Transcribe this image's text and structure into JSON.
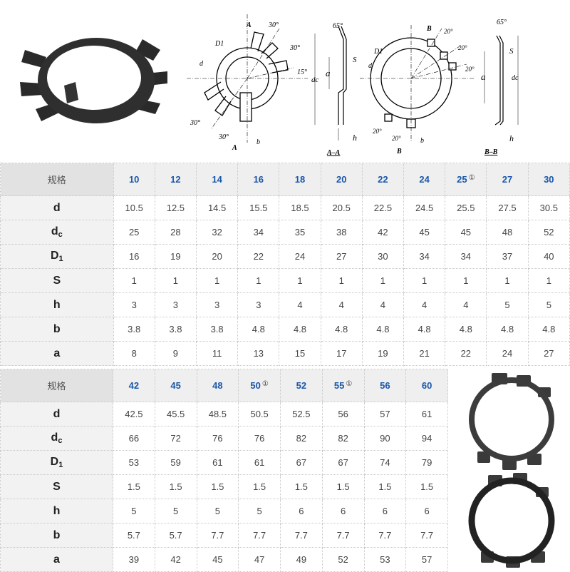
{
  "drawings": {
    "view_a": {
      "labels": {
        "D1": "D1",
        "d": "d",
        "b": "b",
        "section_top": "A",
        "section_bottom": "A"
      },
      "angles": [
        "30°",
        "30°",
        "15°",
        "30°",
        "30°"
      ]
    },
    "section_a": {
      "title": "A–A",
      "angle": "65°",
      "labels": {
        "dc": "dc",
        "a": "a",
        "S": "S",
        "h": "h"
      }
    },
    "view_b": {
      "labels": {
        "D1": "D1",
        "d": "d",
        "b": "b",
        "section_top": "B",
        "section_bottom": "B"
      },
      "angles": [
        "20°",
        "20°",
        "20°",
        "20°",
        "20°"
      ]
    },
    "section_b": {
      "title": "B–B",
      "angle": "65°",
      "labels": {
        "dc": "dc",
        "a": "a",
        "S": "S",
        "h": "h"
      }
    }
  },
  "table_top": {
    "header_label": "规格",
    "sizes": [
      "10",
      "12",
      "14",
      "16",
      "18",
      "20",
      "22",
      "24",
      "25",
      "27",
      "30"
    ],
    "footnote_marks": {
      "25": "①"
    },
    "rows": [
      {
        "name": "d",
        "sub": "",
        "values": [
          "10.5",
          "12.5",
          "14.5",
          "15.5",
          "18.5",
          "20.5",
          "22.5",
          "24.5",
          "25.5",
          "27.5",
          "30.5"
        ]
      },
      {
        "name": "d",
        "sub": "c",
        "values": [
          "25",
          "28",
          "32",
          "34",
          "35",
          "38",
          "42",
          "45",
          "45",
          "48",
          "52"
        ]
      },
      {
        "name": "D",
        "sub": "1",
        "values": [
          "16",
          "19",
          "20",
          "22",
          "24",
          "27",
          "30",
          "34",
          "34",
          "37",
          "40"
        ]
      },
      {
        "name": "S",
        "sub": "",
        "values": [
          "1",
          "1",
          "1",
          "1",
          "1",
          "1",
          "1",
          "1",
          "1",
          "1",
          "1"
        ]
      },
      {
        "name": "h",
        "sub": "",
        "values": [
          "3",
          "3",
          "3",
          "3",
          "4",
          "4",
          "4",
          "4",
          "4",
          "5",
          "5"
        ]
      },
      {
        "name": "b",
        "sub": "",
        "values": [
          "3.8",
          "3.8",
          "3.8",
          "4.8",
          "4.8",
          "4.8",
          "4.8",
          "4.8",
          "4.8",
          "4.8",
          "4.8"
        ]
      },
      {
        "name": "a",
        "sub": "",
        "values": [
          "8",
          "9",
          "11",
          "13",
          "15",
          "17",
          "19",
          "21",
          "22",
          "24",
          "27"
        ]
      }
    ]
  },
  "table_bottom": {
    "header_label": "规格",
    "sizes": [
      "42",
      "45",
      "48",
      "50",
      "52",
      "55",
      "56",
      "60"
    ],
    "footnote_marks": {
      "50": "①",
      "55": "①"
    },
    "rows": [
      {
        "name": "d",
        "sub": "",
        "values": [
          "42.5",
          "45.5",
          "48.5",
          "50.5",
          "52.5",
          "56",
          "57",
          "61"
        ]
      },
      {
        "name": "d",
        "sub": "c",
        "values": [
          "66",
          "72",
          "76",
          "76",
          "82",
          "82",
          "90",
          "94"
        ]
      },
      {
        "name": "D",
        "sub": "1",
        "values": [
          "53",
          "59",
          "61",
          "61",
          "67",
          "67",
          "74",
          "79"
        ]
      },
      {
        "name": "S",
        "sub": "",
        "values": [
          "1.5",
          "1.5",
          "1.5",
          "1.5",
          "1.5",
          "1.5",
          "1.5",
          "1.5"
        ]
      },
      {
        "name": "h",
        "sub": "",
        "values": [
          "5",
          "5",
          "5",
          "5",
          "6",
          "6",
          "6",
          "6"
        ]
      },
      {
        "name": "b",
        "sub": "",
        "values": [
          "5.7",
          "5.7",
          "7.7",
          "7.7",
          "7.7",
          "7.7",
          "7.7",
          "7.7"
        ]
      },
      {
        "name": "a",
        "sub": "",
        "values": [
          "39",
          "42",
          "45",
          "47",
          "49",
          "52",
          "53",
          "57"
        ]
      }
    ]
  },
  "colors": {
    "size_header": "#1a57a8",
    "header_bg": "#efefef",
    "label_bg": "#f2f2f2",
    "grid": "#c8c8c8"
  }
}
